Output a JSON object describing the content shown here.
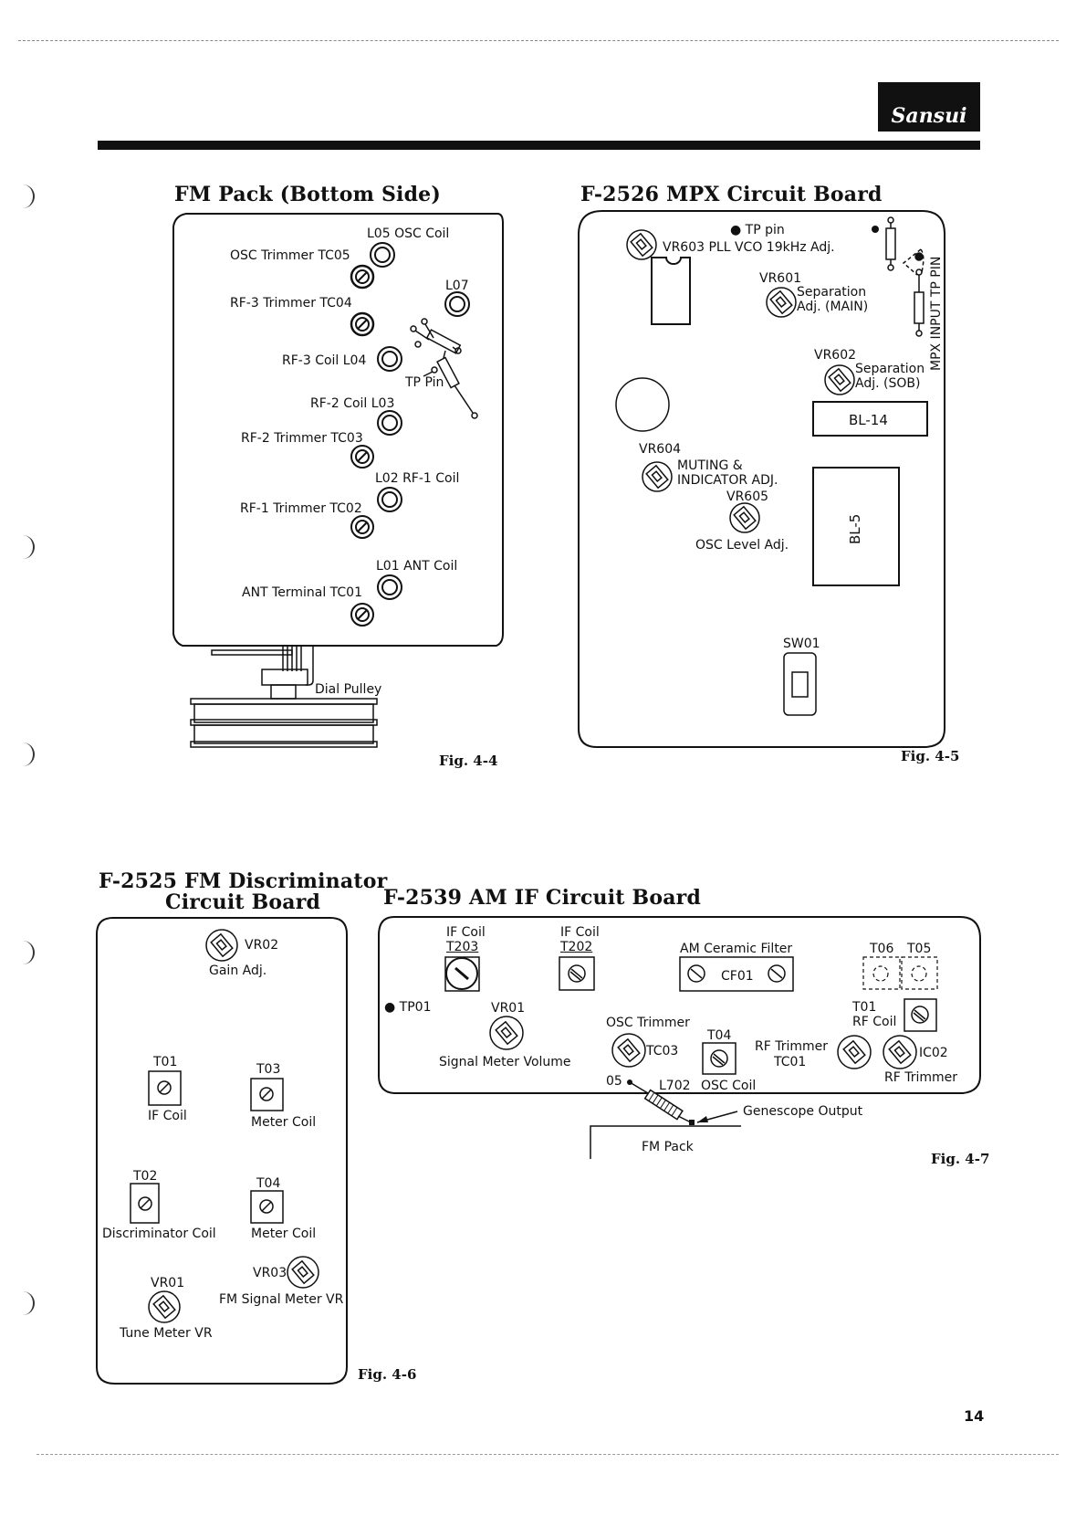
{
  "header": {
    "brand": "Sansui",
    "page_number": "14"
  },
  "fig44": {
    "title": "FM Pack (Bottom Side)",
    "caption": "Fig. 4-4",
    "labels": {
      "l05": "L05  OSC Coil",
      "osc_trimmer": "OSC  Trimmer  TC05",
      "l07": "L07",
      "rf3_trimmer": "RF-3 Trimmer  TC04",
      "rf3_coil": "RF-3 Coil  L04",
      "tp_pin": "TP Pin",
      "rf2_coil": "RF-2 Coil  L03",
      "rf2_trimmer": "RF-2 Trimmer  TC03",
      "l02": "L02  RF-1 Coil",
      "rf1_trimmer": "RF-1 Trimmer  TC02",
      "l01": "L01  ANT Coil",
      "ant_terminal": "ANT Terminal  TC01",
      "dial_pulley": "Dial Pulley"
    }
  },
  "fig45": {
    "title": "F-2526 MPX Circuit Board",
    "caption": "Fig. 4-5",
    "labels": {
      "tp_pin": "● TP pin",
      "vr603": "VR603  PLL VCO 19kHz Adj.",
      "vr601": "VR601",
      "vr601_desc1": "Separation",
      "vr601_desc2": "Adj. (MAIN)",
      "vr602": "VR602",
      "vr602_desc1": "Separation",
      "vr602_desc2": "Adj. (SOB)",
      "bl14": "BL-14",
      "bl5": "BL-5",
      "vr604": "VR604",
      "vr604_desc1": "MUTING &",
      "vr604_desc2": "INDICATOR ADJ.",
      "vr605": "VR605",
      "vr605_desc": "OSC Level Adj.",
      "sw01": "SW01",
      "mpx_input": "MPX INPUT TP PIN"
    }
  },
  "fig46": {
    "title_line1": "F-2525 FM Discriminator",
    "title_line2": "Circuit Board",
    "caption": "Fig. 4-6",
    "labels": {
      "vr02": "VR02",
      "gain_adj": "Gain Adj.",
      "t01": "T01",
      "if_coil": "IF Coil",
      "t03": "T03",
      "meter_coil_1": "Meter Coil",
      "t02": "T02",
      "disc_coil": "Discriminator Coil",
      "t04": "T04",
      "meter_coil_2": "Meter Coil",
      "vr01": "VR01",
      "tune_meter": "Tune Meter VR",
      "vr03": "VR03",
      "fm_signal_meter": "FM Signal Meter VR"
    }
  },
  "fig47": {
    "title": "F-2539 AM IF Circuit Board",
    "caption": "Fig. 4-7",
    "labels": {
      "if_coil_a": "IF Coil",
      "t203": "T203",
      "if_coil_b": "IF Coil",
      "t202": "T202",
      "am_ceramic": "AM Ceramic Filter",
      "cf01": "CF01",
      "t06": "T06",
      "t05": "T05",
      "tp01": "● TP01",
      "vr01": "VR01",
      "signal_meter_volume": "Signal Meter Volume",
      "osc_trimmer": "OSC Trimmer",
      "tc03": "TC03",
      "t04": "T04",
      "rf_trimmer": "RF Trimmer",
      "tc01": "TC01",
      "t01": "T01",
      "rf_coil": "RF Coil",
      "ic02": "IC02",
      "rf_trimmer_2": "RF Trimmer",
      "o5": "05",
      "l702": "L702",
      "osc_coil": "OSC Coil",
      "genescope": "Genescope Output",
      "fm_pack": "FM Pack"
    }
  }
}
